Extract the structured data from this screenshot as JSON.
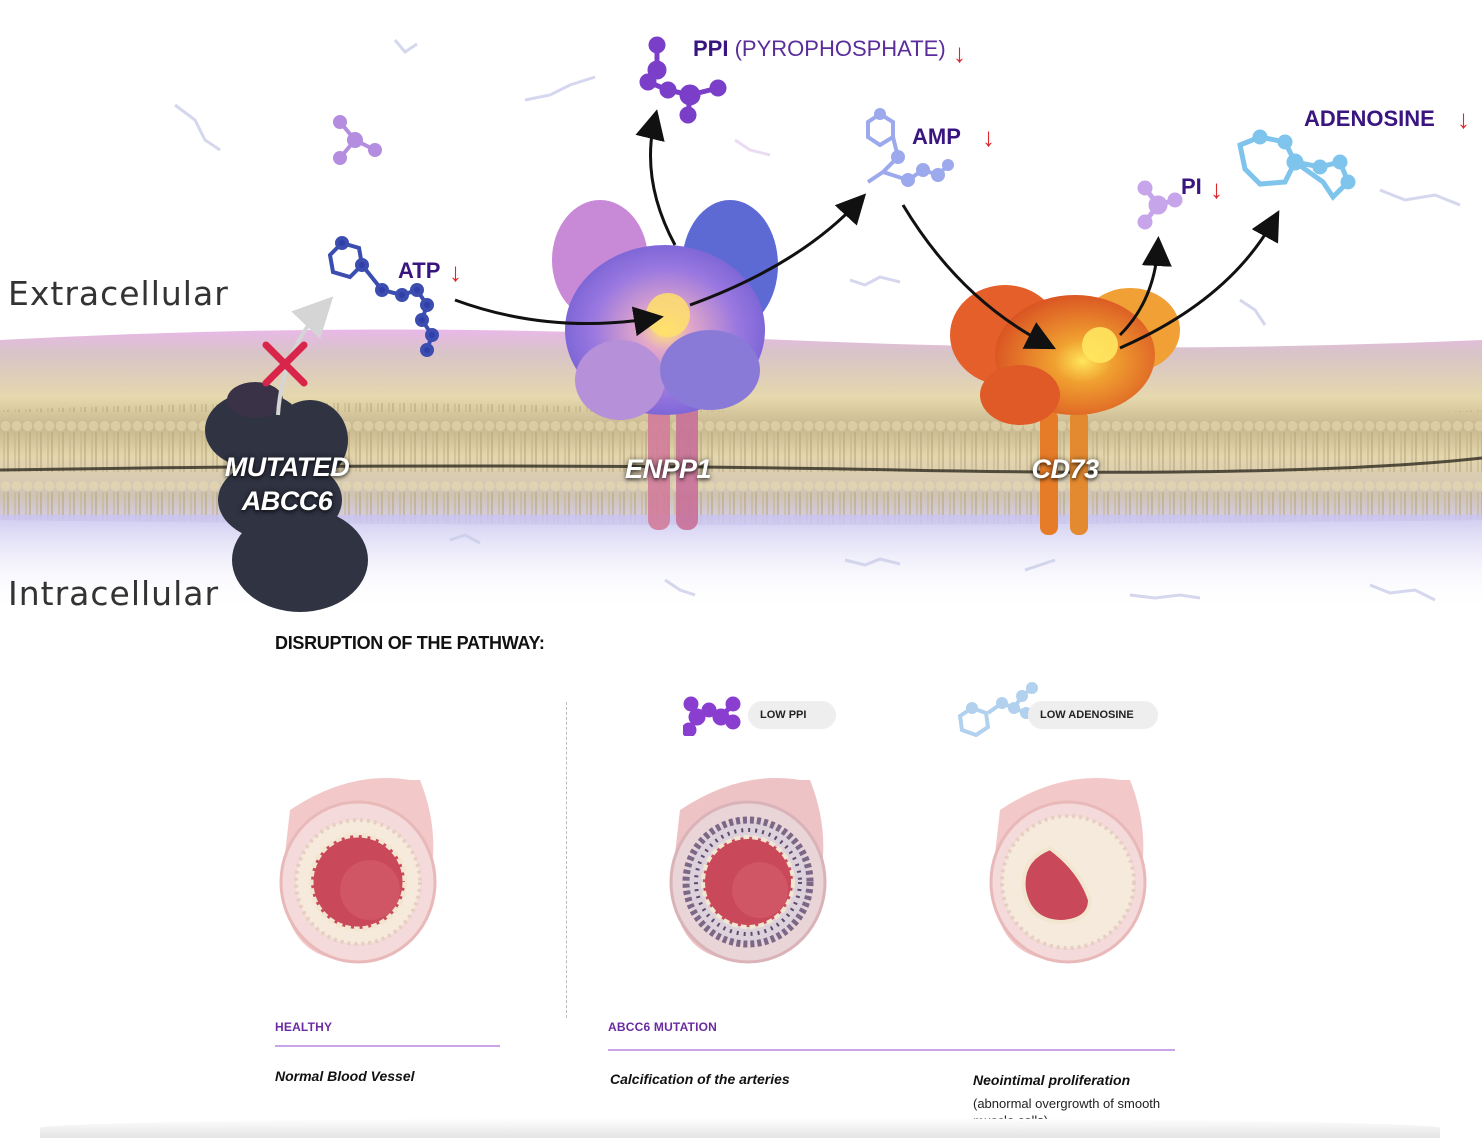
{
  "regions": {
    "extracellular": "Extracellular",
    "intracellular": "Intracellular"
  },
  "molecules": {
    "atp": "ATP",
    "ppi": "PPI",
    "ppi_full": "(PYROPHOSPHATE)",
    "amp": "AMP",
    "pi": "PI",
    "adenosine": "ADENOSINE"
  },
  "proteins": {
    "abcc6_line1": "MUTATED",
    "abcc6_line2": "ABCC6",
    "enpp1": "ENPP1",
    "cd73": "CD73"
  },
  "disruption": {
    "title": "DISRUPTION OF THE PATHWAY:",
    "low_ppi": "LOW PPI",
    "low_adenosine": "LOW ADENOSINE",
    "healthy_title": "HEALTHY",
    "healthy_caption": "Normal Blood Vessel",
    "mutation_title": "ABCC6 MUTATION",
    "calcification_caption": "Calcification of the arteries",
    "neointimal_caption": "Neointimal proliferation",
    "neointimal_sub": "(abnormal overgrowth of smooth muscle cells)"
  },
  "colors": {
    "label_purple": "#3a1580",
    "decrease_red": "#e0262b",
    "inhibit_red": "#d9254a",
    "enpp1_purple": "#8e6ad8",
    "cd73_orange": "#e8792a",
    "membrane_gold": "#d9c79a"
  }
}
